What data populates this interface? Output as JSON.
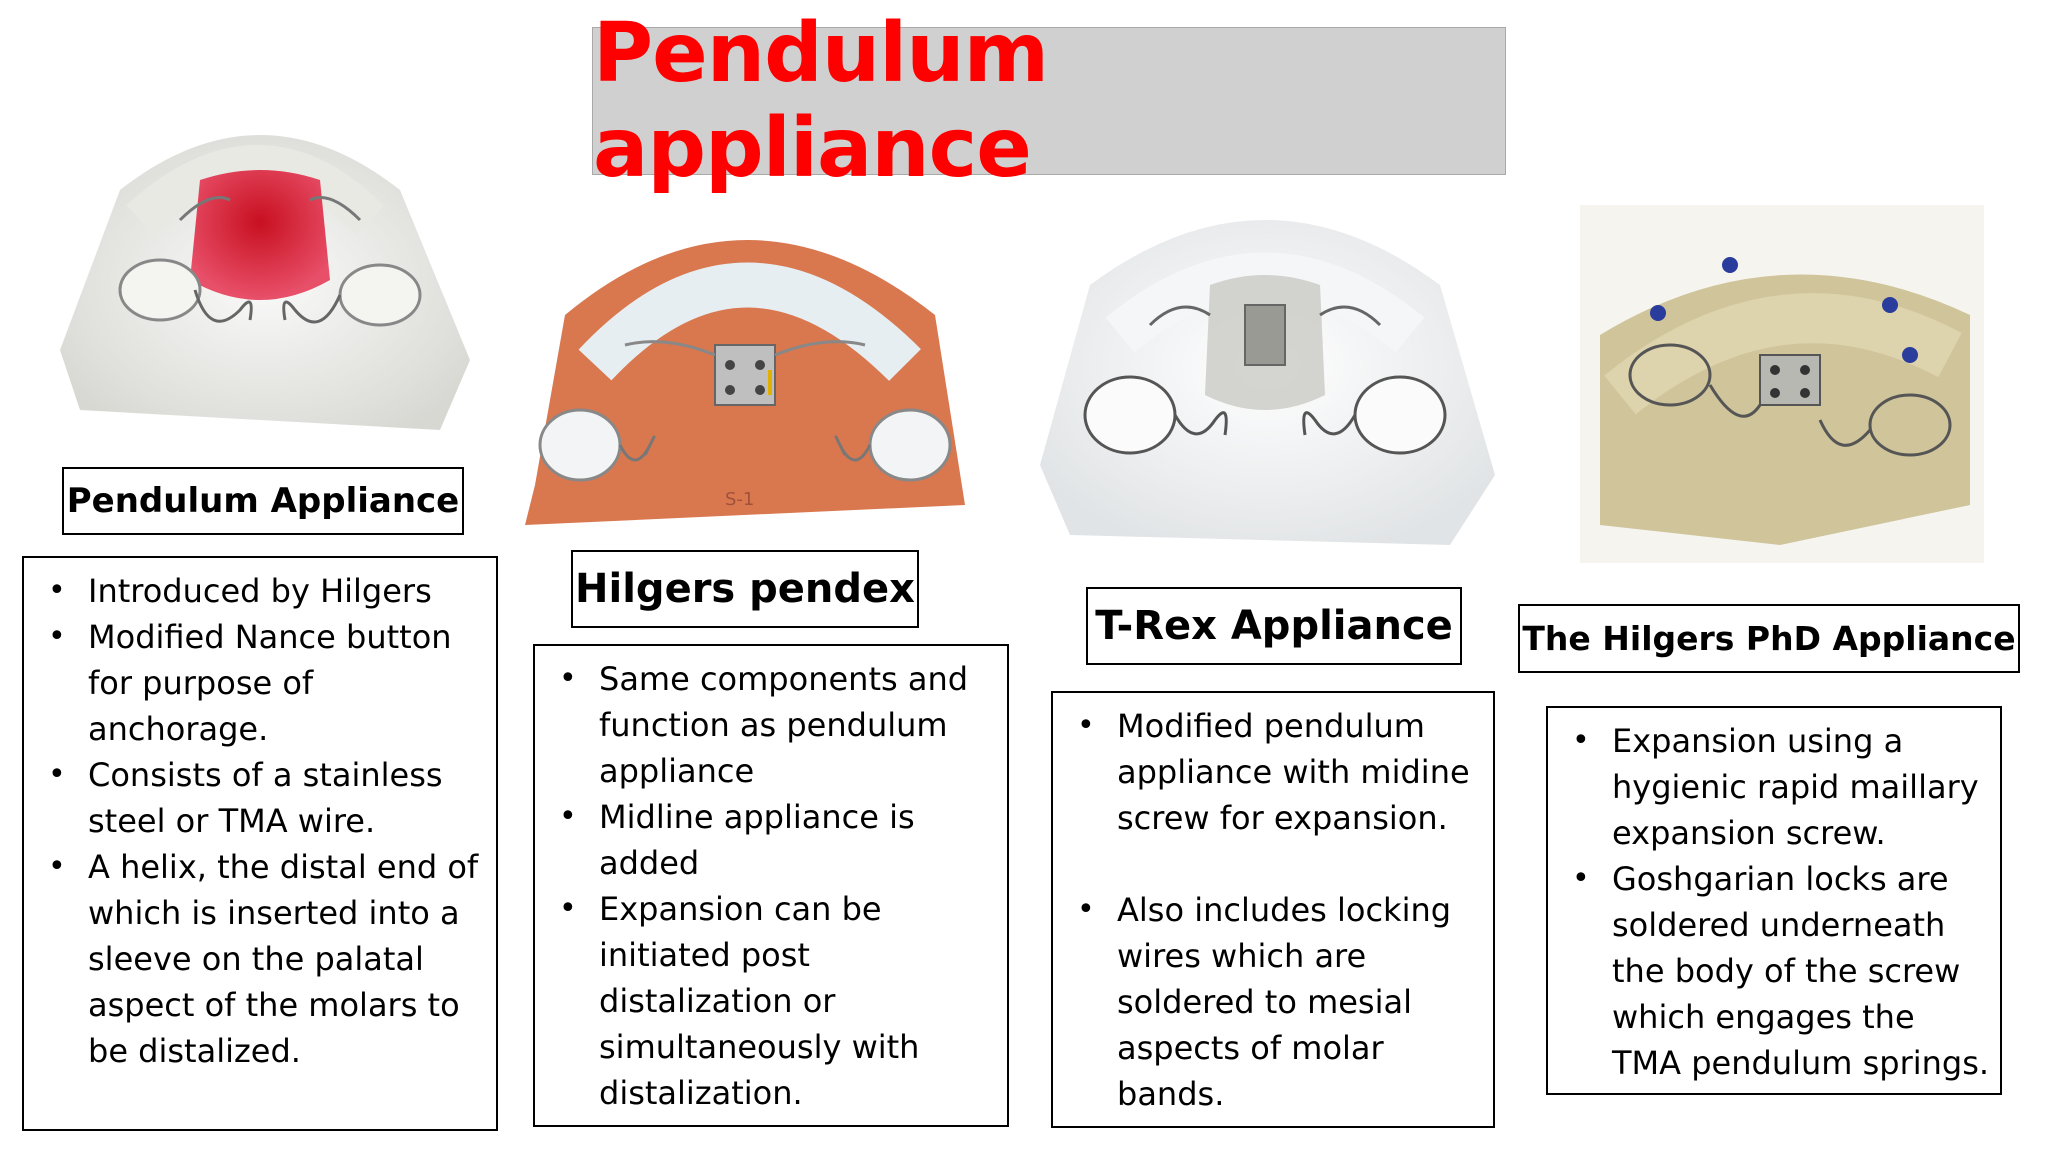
{
  "title": "Pendulum appliance",
  "panels": [
    {
      "label": "Pendulum Appliance",
      "bullets": [
        "Introduced by Hilgers",
        "Modified Nance button for purpose of anchorage.",
        "Consists of a stainless steel or TMA wire.",
        "A helix, the distal end of which is inserted into a sleeve on the palatal aspect of the molars to be distalized."
      ]
    },
    {
      "label": "Hilgers pendex",
      "bullets": [
        "Same components and function as pendulum appliance",
        "Midline appliance is added",
        "Expansion can be initiated post distalization or simultaneously with distalization."
      ],
      "model_label": "S-1"
    },
    {
      "label": "T-Rex Appliance",
      "bullets": [
        "Modified pendulum appliance with midine screw for expansion.",
        "Also includes locking wires which are soldered to mesial aspects of molar bands."
      ]
    },
    {
      "label": "The Hilgers PhD Appliance",
      "bullets": [
        "Expansion using a hygienic rapid maillary expansion screw.",
        "Goshgarian locks are soldered underneath the body of the screw which engages the TMA pendulum springs."
      ]
    }
  ],
  "colors": {
    "title_red": "#ff0000",
    "title_bg": "#d0d0d0",
    "nance_red": "#e0202e",
    "acrylic_orange": "#d9774f",
    "stone_beige": "#cfc49a"
  }
}
